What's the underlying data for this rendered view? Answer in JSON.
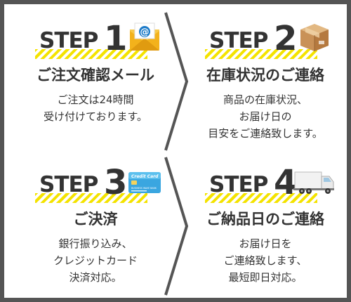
{
  "steps": [
    {
      "word": "STEP",
      "num": "1",
      "icon": "mail-icon",
      "title": "ご注文確認メール",
      "lines": [
        "ご注文は24時間",
        "受け付けております。"
      ]
    },
    {
      "word": "STEP",
      "num": "2",
      "icon": "box-icon",
      "title": "在庫状況のご連絡",
      "lines": [
        "商品の在庫状況、",
        "お届け日の",
        "目安をご連絡致します。"
      ]
    },
    {
      "word": "STEP",
      "num": "3",
      "icon": "credit-card-icon",
      "card_brand": "Credit Card",
      "card_sub": "BUSINESS WAVE BANK",
      "title": "ご決済",
      "lines": [
        "銀行振り込み、",
        "クレジットカード",
        "決済対応。"
      ]
    },
    {
      "word": "STEP",
      "num": "4",
      "icon": "truck-icon",
      "title": "ご納品日のご連絡",
      "lines": [
        "お届け日を",
        "ご連絡致します、",
        "最短即日対応。"
      ]
    }
  ],
  "colors": {
    "frame": "#555555",
    "stripe": "#f4e300",
    "text": "#333333",
    "arrow": "#555555"
  }
}
